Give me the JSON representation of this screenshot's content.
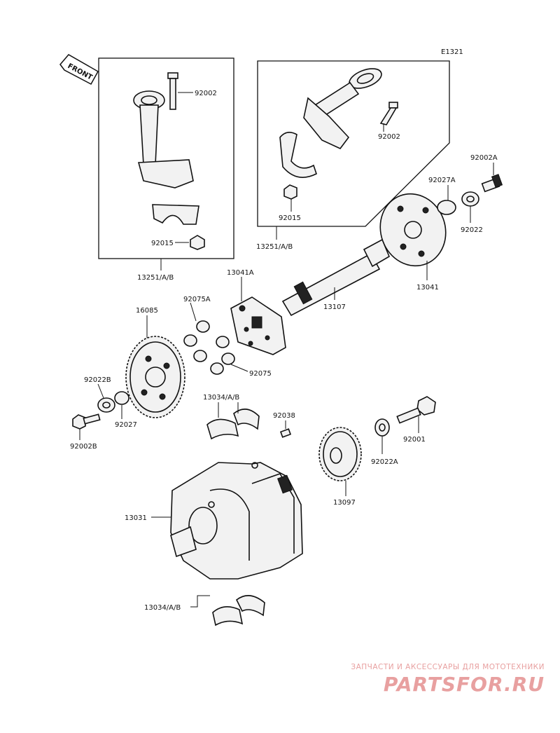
{
  "diagram_id": "E1321",
  "front_label": "FRONT",
  "labels": {
    "p92002_top": "92002",
    "p92015_left": "92015",
    "p13251_left": "13251/A/B",
    "p92002_box2": "92002",
    "p92015_box2": "92015",
    "p13251_box2": "13251/A/B",
    "p92002A": "92002A",
    "p92027A": "92027A",
    "p92022": "92022",
    "p13041": "13041",
    "p13041A": "13041A",
    "p13107": "13107",
    "p92075A": "92075A",
    "p92075": "92075",
    "p16085": "16085",
    "p92022B": "92022B",
    "p92027": "92027",
    "p92002B": "92002B",
    "p13034_top": "13034/A/B",
    "p92038": "92038",
    "p92001": "92001",
    "p92022A": "92022A",
    "p13097": "13097",
    "p13031": "13031",
    "p13034_bottom": "13034/A/B"
  },
  "watermark": {
    "tagline": "ЗАПЧАСТИ И АКСЕССУАРЫ ДЛЯ МОТОТЕХНИКИ",
    "logo": "PARTSFOR.RU",
    "color": "#e8a0a0"
  }
}
